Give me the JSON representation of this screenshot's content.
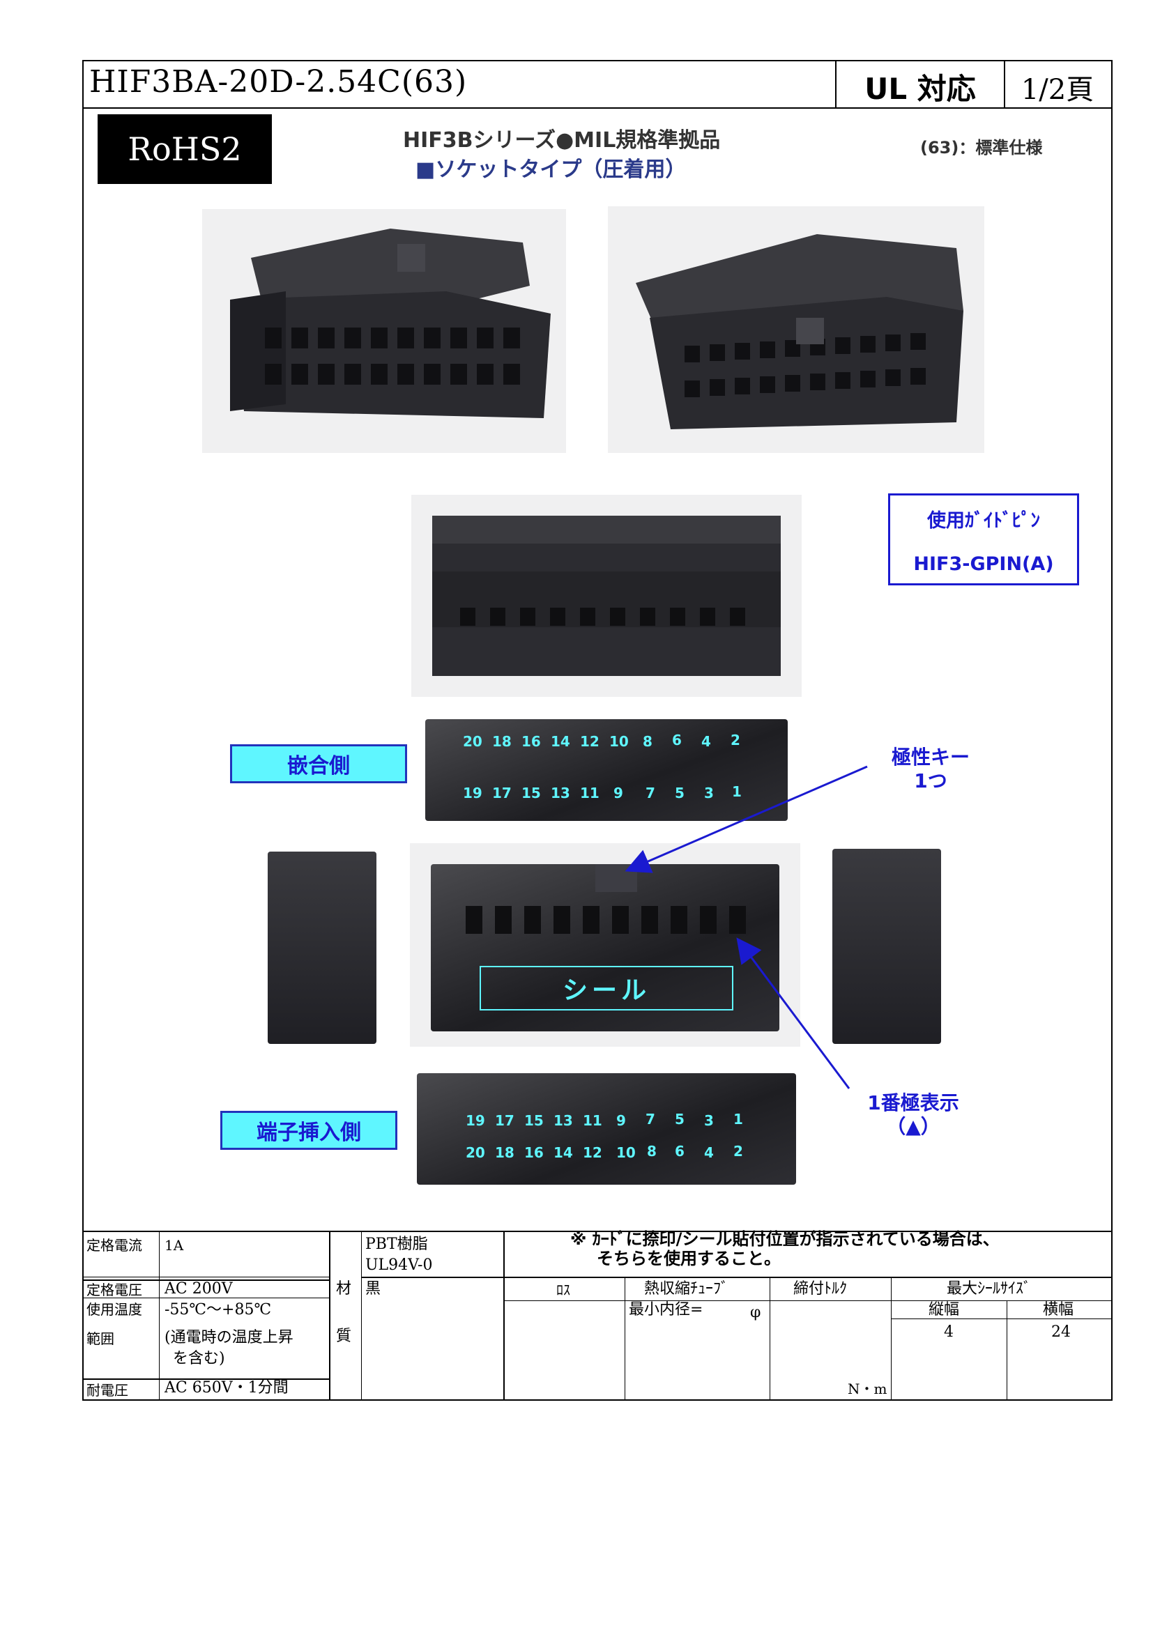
{
  "header": {
    "part_number": "HIF3BA-20D-2.54C(63)",
    "ul": "UL 対応",
    "page": "1/2頁"
  },
  "badge": {
    "rohs": "RoHS2"
  },
  "series": {
    "line1": "HIF3Bシリーズ●MIL規格準拠品",
    "line2": "■ソケットタイプ（圧着用）",
    "spec": "(63)：標準仕様"
  },
  "guide_pin": {
    "label": "使用ｶﾞｲﾄﾞﾋﾟﾝ",
    "model": "HIF3-GPIN(A)"
  },
  "labels": {
    "mating_side": "嵌合側",
    "terminal_side": "端子挿入側",
    "polarity_key_line1": "極性キー",
    "polarity_key_line2": "1つ",
    "pin1_line1": "1番極表示",
    "pin1_line2": "（▲）",
    "seal": "シール"
  },
  "pins": {
    "mating_top": [
      "20",
      "18",
      "16",
      "14",
      "12",
      "10",
      "8",
      "6",
      "4",
      "2"
    ],
    "mating_bottom": [
      "19",
      "17",
      "15",
      "13",
      "11",
      "9",
      "7",
      "5",
      "3",
      "1"
    ],
    "terminal_top": [
      "19",
      "17",
      "15",
      "13",
      "11",
      "9",
      "7",
      "5",
      "3",
      "1"
    ],
    "terminal_bottom": [
      "20",
      "18",
      "16",
      "14",
      "12",
      "10",
      "8",
      "6",
      "4",
      "2"
    ]
  },
  "note": {
    "line1": "※ ｶｰﾄﾞに捺印/シール貼付位置が指示されている場合は、",
    "line2": "そちらを使用すること。"
  },
  "specs": {
    "rated_current_label": "定格電流",
    "rated_current": "1A",
    "rated_voltage_label": "定格電圧",
    "rated_voltage": "AC 200V",
    "temp_label_1": "使用温度",
    "temp_label_2": "範囲",
    "temp_value": "-55℃～+85℃",
    "temp_note_1": "(通電時の温度上昇",
    "temp_note_2": "を含む)",
    "withstand_label": "耐電圧",
    "withstand_value": "AC 650V・1分間",
    "material_label_1": "材",
    "material_label_2": "質",
    "material_1": "PBT樹脂",
    "material_2": "UL94V-0",
    "material_3": "黒"
  },
  "table": {
    "loss": "ﾛｽ",
    "heat_shrink": "熱収縮ﾁｭｰﾌﾞ",
    "torque": "締付ﾄﾙｸ",
    "max_seal": "最大ｼｰﾙｻｲｽﾞ",
    "height": "縦幅",
    "width": "横幅",
    "min_inner_dia": "最小内径=",
    "phi": "φ",
    "height_value": "4",
    "width_value": "24",
    "torque_unit": "N・m"
  }
}
